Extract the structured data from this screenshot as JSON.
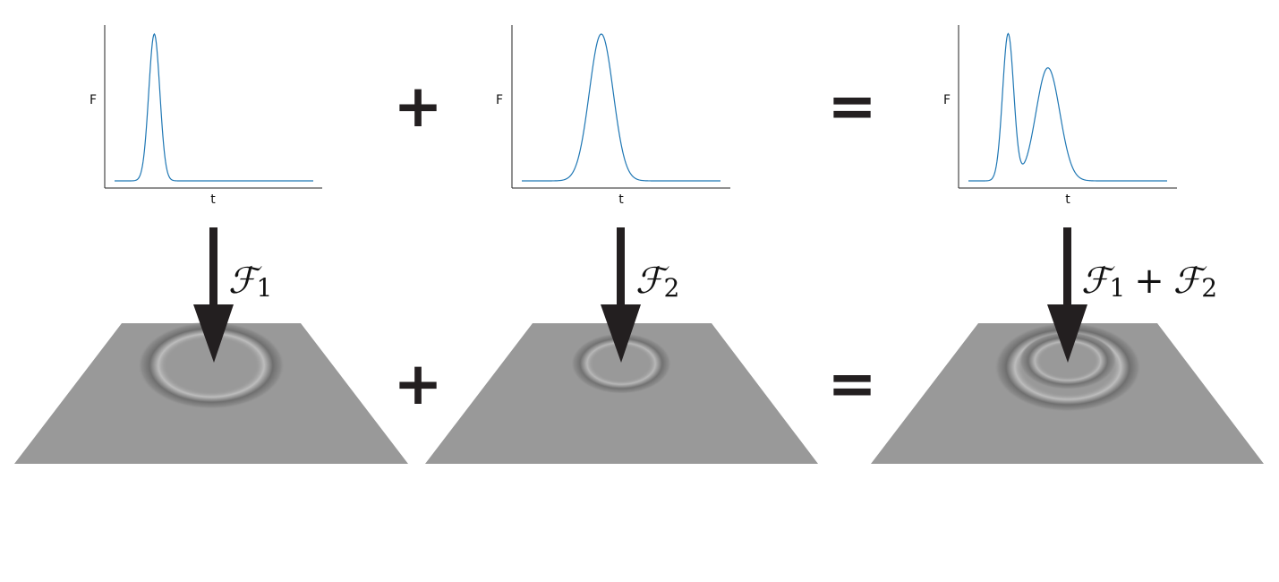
{
  "chart_data": [
    {
      "type": "line",
      "xlabel": "t",
      "ylabel": "F",
      "xlim": [
        0,
        1
      ],
      "ylim": [
        0,
        1.08
      ],
      "series": [
        {
          "components": [
            {
              "amp": 1.0,
              "center": 0.2,
              "width": 0.028
            }
          ]
        }
      ]
    },
    {
      "type": "line",
      "xlabel": "t",
      "ylabel": "F",
      "xlim": [
        0,
        1
      ],
      "ylim": [
        0,
        1.08
      ],
      "series": [
        {
          "components": [
            {
              "amp": 1.0,
              "center": 0.4,
              "width": 0.06
            }
          ]
        }
      ]
    },
    {
      "type": "line",
      "xlabel": "t",
      "ylabel": "F",
      "xlim": [
        0,
        1
      ],
      "ylim": [
        0,
        1.08
      ],
      "series": [
        {
          "components": [
            {
              "amp": 1.0,
              "center": 0.2,
              "width": 0.028
            },
            {
              "amp": 0.77,
              "center": 0.4,
              "width": 0.06
            }
          ]
        }
      ]
    }
  ],
  "operators": {
    "plus_top": "+",
    "equals_top": "=",
    "plus_bottom": "+",
    "equals_bottom": "="
  },
  "forces": {
    "f1": {
      "symbol": "ℱ",
      "sub": "1"
    },
    "f2": {
      "symbol": "ℱ",
      "sub": "2"
    },
    "f3": {
      "symbol_a": "ℱ",
      "sub_a": "1",
      "op": "+",
      "symbol_b": "ℱ",
      "sub_b": "2"
    }
  },
  "colors": {
    "line": "#1f77b4",
    "arrow": "#231f20",
    "surface": "#999999",
    "axis": "#222222"
  }
}
